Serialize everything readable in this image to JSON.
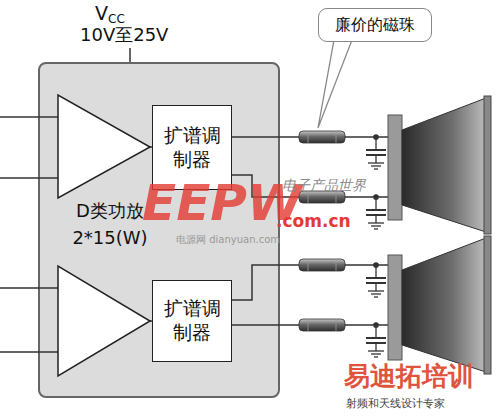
{
  "diagram": {
    "nodes": [
      {
        "text": [
          "D类功放 2*15(W)"
        ]
      },
      {
        "text": [
          "扩谱调制器"
        ],
        "in": 0
      },
      {
        "text": [
          "扩谱调制器"
        ],
        "in": 0
      },
      {
        "text": [
          "廉价的磁珠"
        ]
      }
    ],
    "labels": [
      "V",
      "CC",
      "10V至25V",
      "EEPW",
      ".com.cn",
      "电子产品世界",
      "电源网 dianyuan.com",
      "易迪拓培训",
      "射频和天线设计专家"
    ]
  }
}
